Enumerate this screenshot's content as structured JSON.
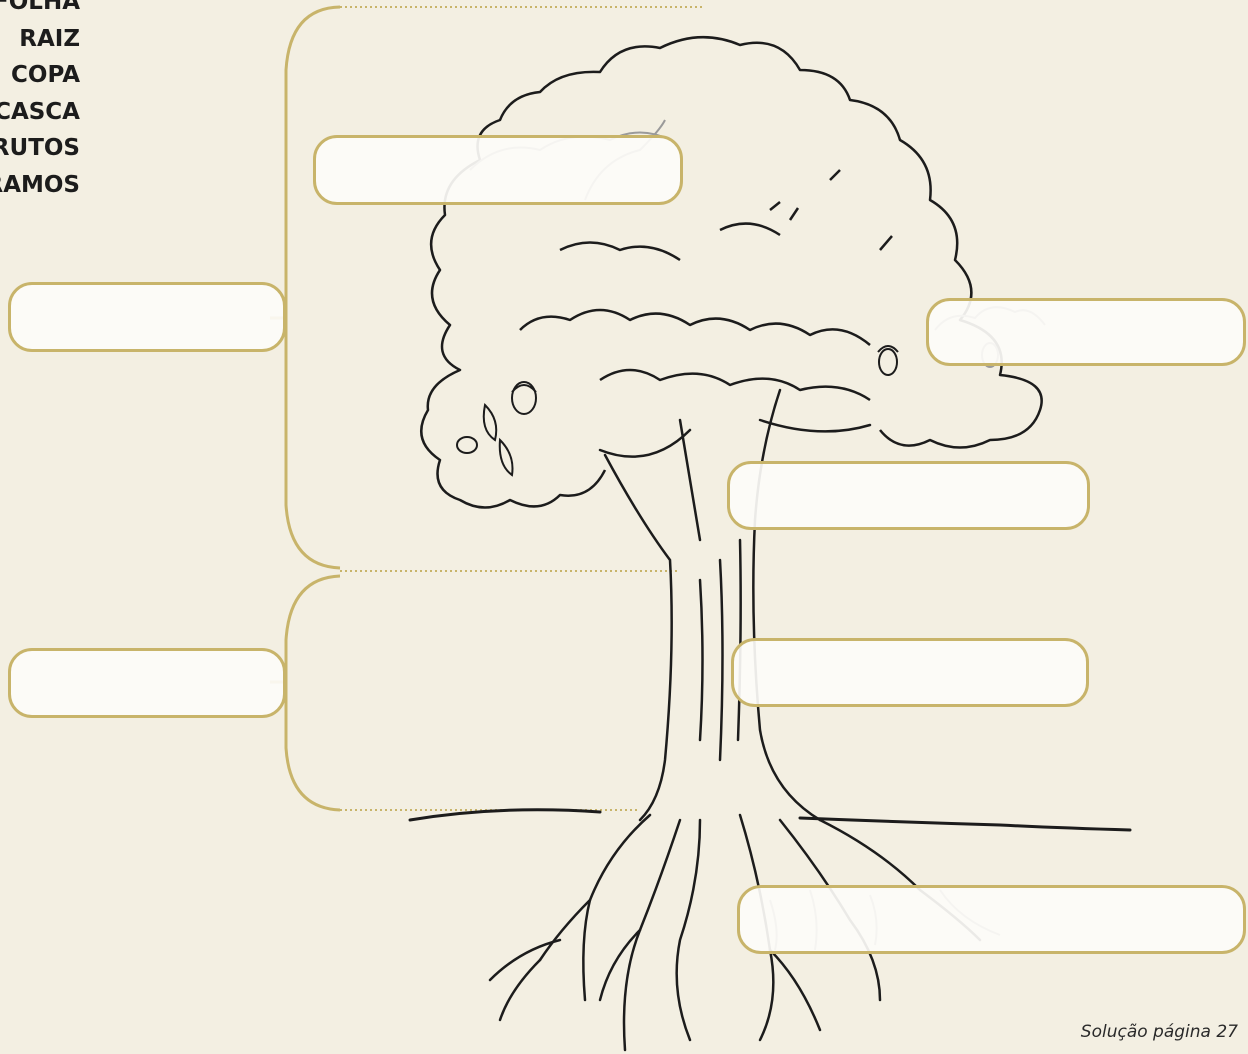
{
  "word_bank": [
    "FOLHA",
    "RAIZ",
    "COPA",
    "CASCA",
    "FRUTOS",
    "RAMOS"
  ],
  "answer_boxes": [
    {
      "id": "copa-box",
      "value": ""
    },
    {
      "id": "tronco-box",
      "value": ""
    },
    {
      "id": "folha-box",
      "value": ""
    },
    {
      "id": "frutos-box",
      "value": ""
    },
    {
      "id": "ramos-box",
      "value": ""
    },
    {
      "id": "casca-box",
      "value": ""
    },
    {
      "id": "raiz-box",
      "value": ""
    }
  ],
  "footer": "Solução página 27",
  "colors": {
    "background": "#f3efe2",
    "box_border": "#c8b46a",
    "ink": "#1c1c1c"
  }
}
